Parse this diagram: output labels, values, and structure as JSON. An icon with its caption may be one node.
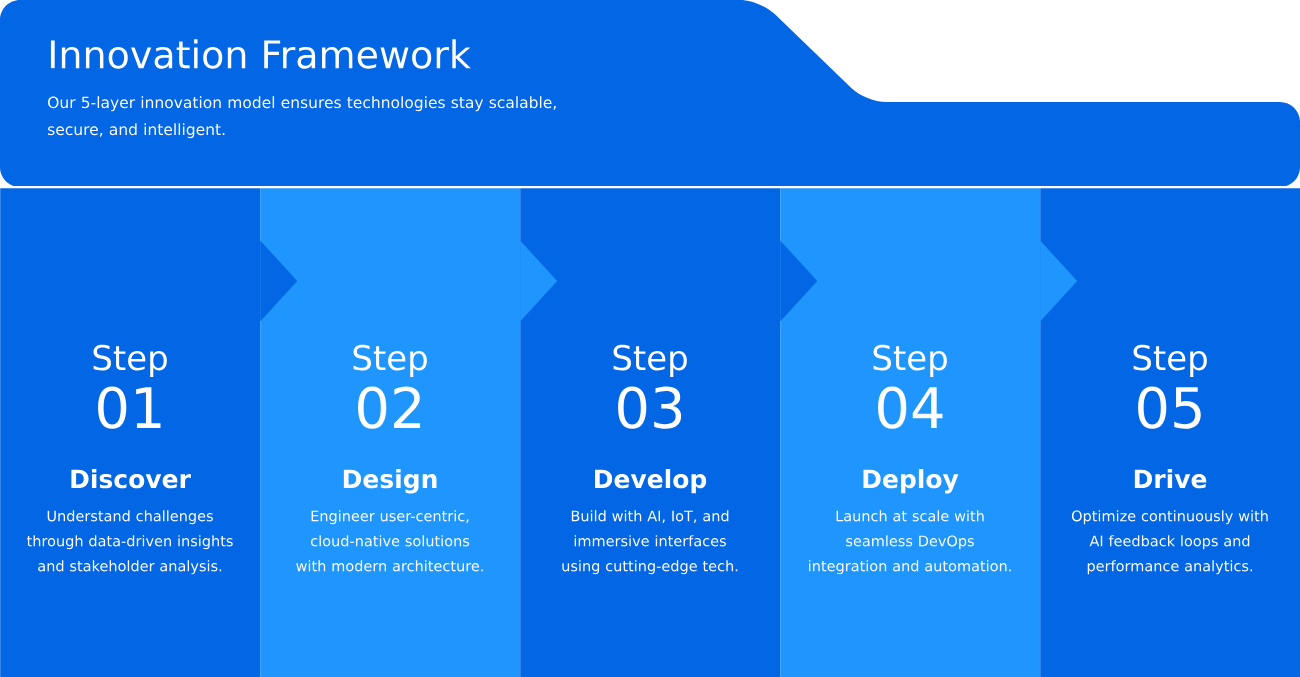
{
  "diagram": {
    "title": "Innovation Framework",
    "nodes": [
      {
        "text": [
          "Step",
          "01",
          "Discover",
          "Understand challenges through data-driven insights and stakeholder analysis."
        ]
      },
      {
        "text": [
          "Step",
          "02",
          "Design",
          "Engineer user-centric, cloud-native solutions with modern architecture."
        ]
      },
      {
        "text": [
          "Step",
          "03",
          "Develop",
          "Build with AI, IoT, and immersive interfaces using cutting-edge tech."
        ]
      },
      {
        "text": [
          "Step",
          "04",
          "Deploy",
          "Launch at scale with seamless DevOps integration and automation."
        ]
      },
      {
        "text": [
          "Step",
          "05",
          "Drive",
          "Optimize continuously with AI feedback loops and performance analytics."
        ]
      }
    ],
    "edges": [
      {
        "from": 0,
        "to": 1,
        "arrow": "to"
      },
      {
        "from": 1,
        "to": 2,
        "arrow": "to"
      },
      {
        "from": 2,
        "to": 3,
        "arrow": "to"
      },
      {
        "from": 3,
        "to": 4,
        "arrow": "to"
      }
    ],
    "labels": [
      "Our 5-layer innovation model ensures technologies stay scalable, secure, and intelligent."
    ]
  }
}
